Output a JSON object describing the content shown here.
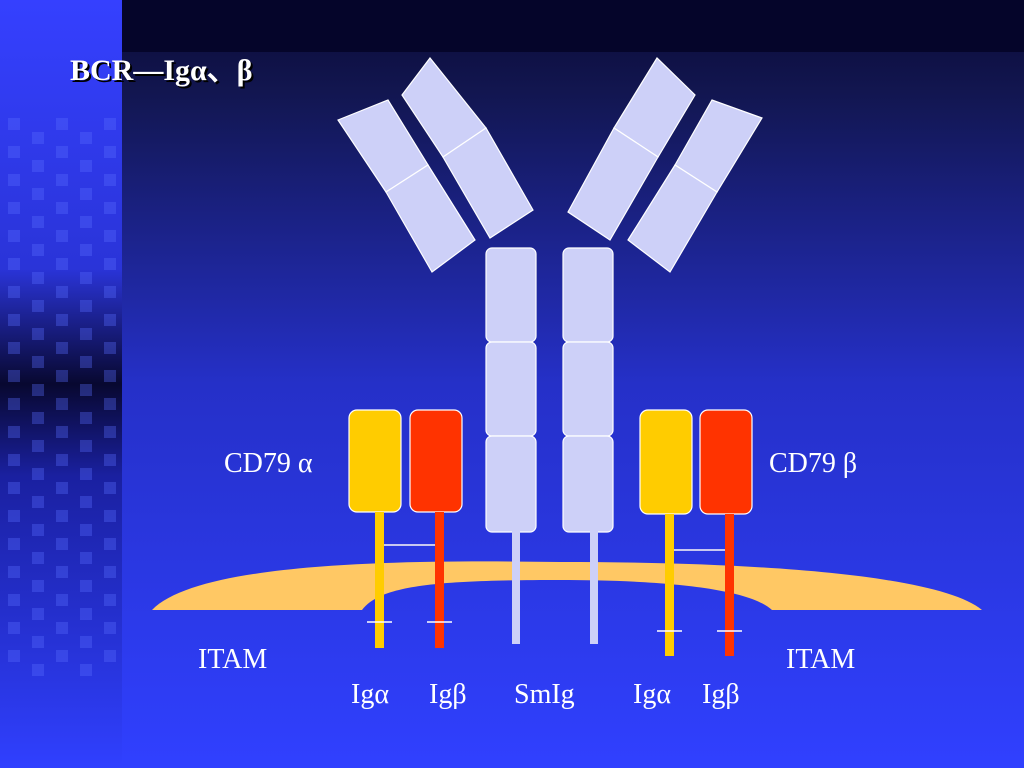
{
  "title": "BCR—Igα、β",
  "labels": {
    "cd79_alpha": "CD79 α",
    "cd79_beta": "CD79 β",
    "itam_left": "ITAM",
    "itam_right": "ITAM",
    "ig_alpha_left": "Igα",
    "ig_beta_left": "Igβ",
    "smig": "SmIg",
    "ig_alpha_right": "Igα",
    "ig_beta_right": "Igβ"
  },
  "colors": {
    "background_blue": "#2b35e8",
    "background_dark": "#08083a",
    "membrane": "#ffc864",
    "antibody": "#cdd0f8",
    "ig_alpha": "#ffcc00",
    "ig_beta": "#ff3300",
    "text": "#ffffff"
  }
}
